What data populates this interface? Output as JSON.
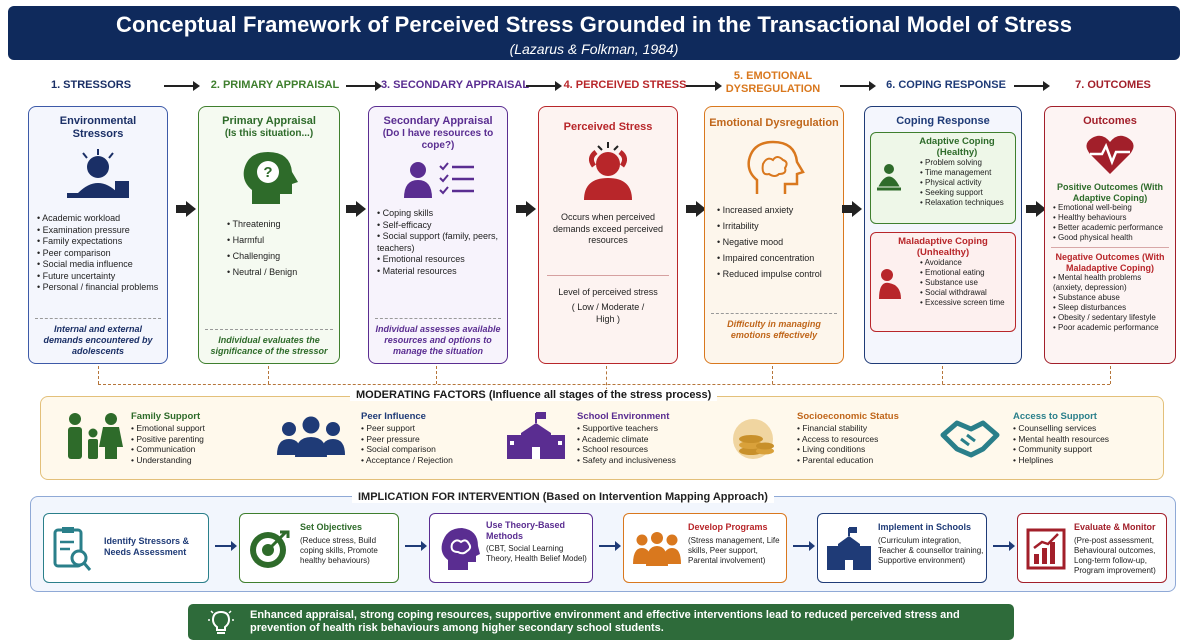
{
  "header": {
    "title": "Conceptual Framework of Perceived Stress Grounded in the Transactional Model of Stress",
    "subtitle": "(Lazarus & Folkman, 1984)"
  },
  "steps": [
    "1. STRESSORS",
    "2. PRIMARY APPRAISAL",
    "3. SECONDARY APPRAISAL",
    "4. PERCEIVED STRESS",
    "5. EMOTIONAL DYSREGULATION",
    "6. COPING RESPONSE",
    "7. OUTCOMES"
  ],
  "stressors": {
    "title": "Environmental Stressors",
    "items": [
      "Academic workload",
      "Examination pressure",
      "Family expectations",
      "Peer comparison",
      "Social media influence",
      "Future uncertainty",
      "Personal / financial problems"
    ],
    "foot": "Internal and external demands encountered by adolescents"
  },
  "primary": {
    "title": "Primary Appraisal",
    "sub": "(Is this situation...)",
    "items": [
      "Threatening",
      "Harmful",
      "Challenging",
      "Neutral / Benign"
    ],
    "foot": "Individual evaluates the significance of the stressor"
  },
  "secondary": {
    "title": "Secondary Appraisal",
    "sub": "(Do I have resources to cope?)",
    "items": [
      "Coping skills",
      "Self-efficacy",
      "Social support (family, peers, teachers)",
      "Emotional resources",
      "Material resources"
    ],
    "foot": "Individual assesses available resources and options to manage the situation"
  },
  "perceived": {
    "title": "Perceived Stress",
    "desc": "Occurs when perceived demands exceed perceived resources",
    "level": "Level of perceived stress",
    "range": "( Low / Moderate / High )"
  },
  "emotional": {
    "title": "Emotional Dysregulation",
    "items": [
      "Increased anxiety",
      "Irritability",
      "Negative mood",
      "Impaired concentration",
      "Reduced impulse control"
    ],
    "foot": "Difficulty in managing emotions effectively"
  },
  "coping": {
    "title": "Coping Response",
    "adaptive_title": "Adaptive Coping (Healthy)",
    "adaptive": [
      "Problem solving",
      "Time management",
      "Physical activity",
      "Seeking support",
      "Relaxation techniques"
    ],
    "maladaptive_title": "Maladaptive Coping (Unhealthy)",
    "maladaptive": [
      "Avoidance",
      "Emotional eating",
      "Substance use",
      "Social withdrawal",
      "Excessive screen time"
    ]
  },
  "outcomes": {
    "title": "Outcomes",
    "pos_title": "Positive Outcomes (With Adaptive Coping)",
    "pos": [
      "Emotional well-being",
      "Healthy behaviours",
      "Better academic performance",
      "Good physical health"
    ],
    "neg_title": "Negative Outcomes (With Maladaptive Coping)",
    "neg": [
      "Mental health problems (anxiety, depression)",
      "Substance abuse",
      "Sleep disturbances",
      "Obesity / sedentary lifestyle",
      "Poor academic performance"
    ]
  },
  "moderating": {
    "title": "MODERATING FACTORS (Influence all stages of the stress process)",
    "factors": [
      {
        "title": "Family Support",
        "items": [
          "Emotional support",
          "Positive parenting",
          "Communication",
          "Understanding"
        ],
        "icon": "family-icon"
      },
      {
        "title": "Peer Influence",
        "items": [
          "Peer support",
          "Peer pressure",
          "Social comparison",
          "Acceptance / Rejection"
        ],
        "icon": "peers-icon"
      },
      {
        "title": "School Environment",
        "items": [
          "Supportive teachers",
          "Academic climate",
          "School resources",
          "Safety and inclusiveness"
        ],
        "icon": "school-icon"
      },
      {
        "title": "Socioeconomic Status",
        "items": [
          "Financial stability",
          "Access to resources",
          "Living conditions",
          "Parental education"
        ],
        "icon": "coins-icon"
      },
      {
        "title": "Access to Support",
        "items": [
          "Counselling services",
          "Mental health resources",
          "Community support",
          "Helplines"
        ],
        "icon": "handshake-icon"
      }
    ]
  },
  "implication": {
    "title": "IMPLICATION FOR INTERVENTION (Based on Intervention Mapping Approach)",
    "steps": [
      {
        "title": "Identify Stressors & Needs Assessment",
        "desc": ""
      },
      {
        "title": "Set Objectives",
        "desc": "(Reduce stress, Build coping skills, Promote healthy behaviours)"
      },
      {
        "title": "Use Theory-Based Methods",
        "desc": "(CBT, Social Learning Theory, Health Belief Model)"
      },
      {
        "title": "Develop Programs",
        "desc": "(Stress management, Life skills, Peer support, Parental involvement)"
      },
      {
        "title": "Implement in Schools",
        "desc": "(Curriculum integration, Teacher & counsellor training, Supportive environment)"
      },
      {
        "title": "Evaluate & Monitor",
        "desc": "(Pre-post assessment, Behavioural outcomes, Long-term follow-up, Program improvement)"
      }
    ]
  },
  "conclusion": "Enhanced appraisal, strong coping resources, supportive environment and effective interventions lead to reduced perceived stress and prevention of health risk behaviours among higher secondary school students.",
  "colors": {
    "navy": "#0f2a5c",
    "green": "#3f7f2e",
    "purple": "#5a2d91",
    "red": "#b8262a",
    "orange": "#d9781e",
    "blue": "#1f3b77",
    "maroon": "#a21f2a"
  }
}
